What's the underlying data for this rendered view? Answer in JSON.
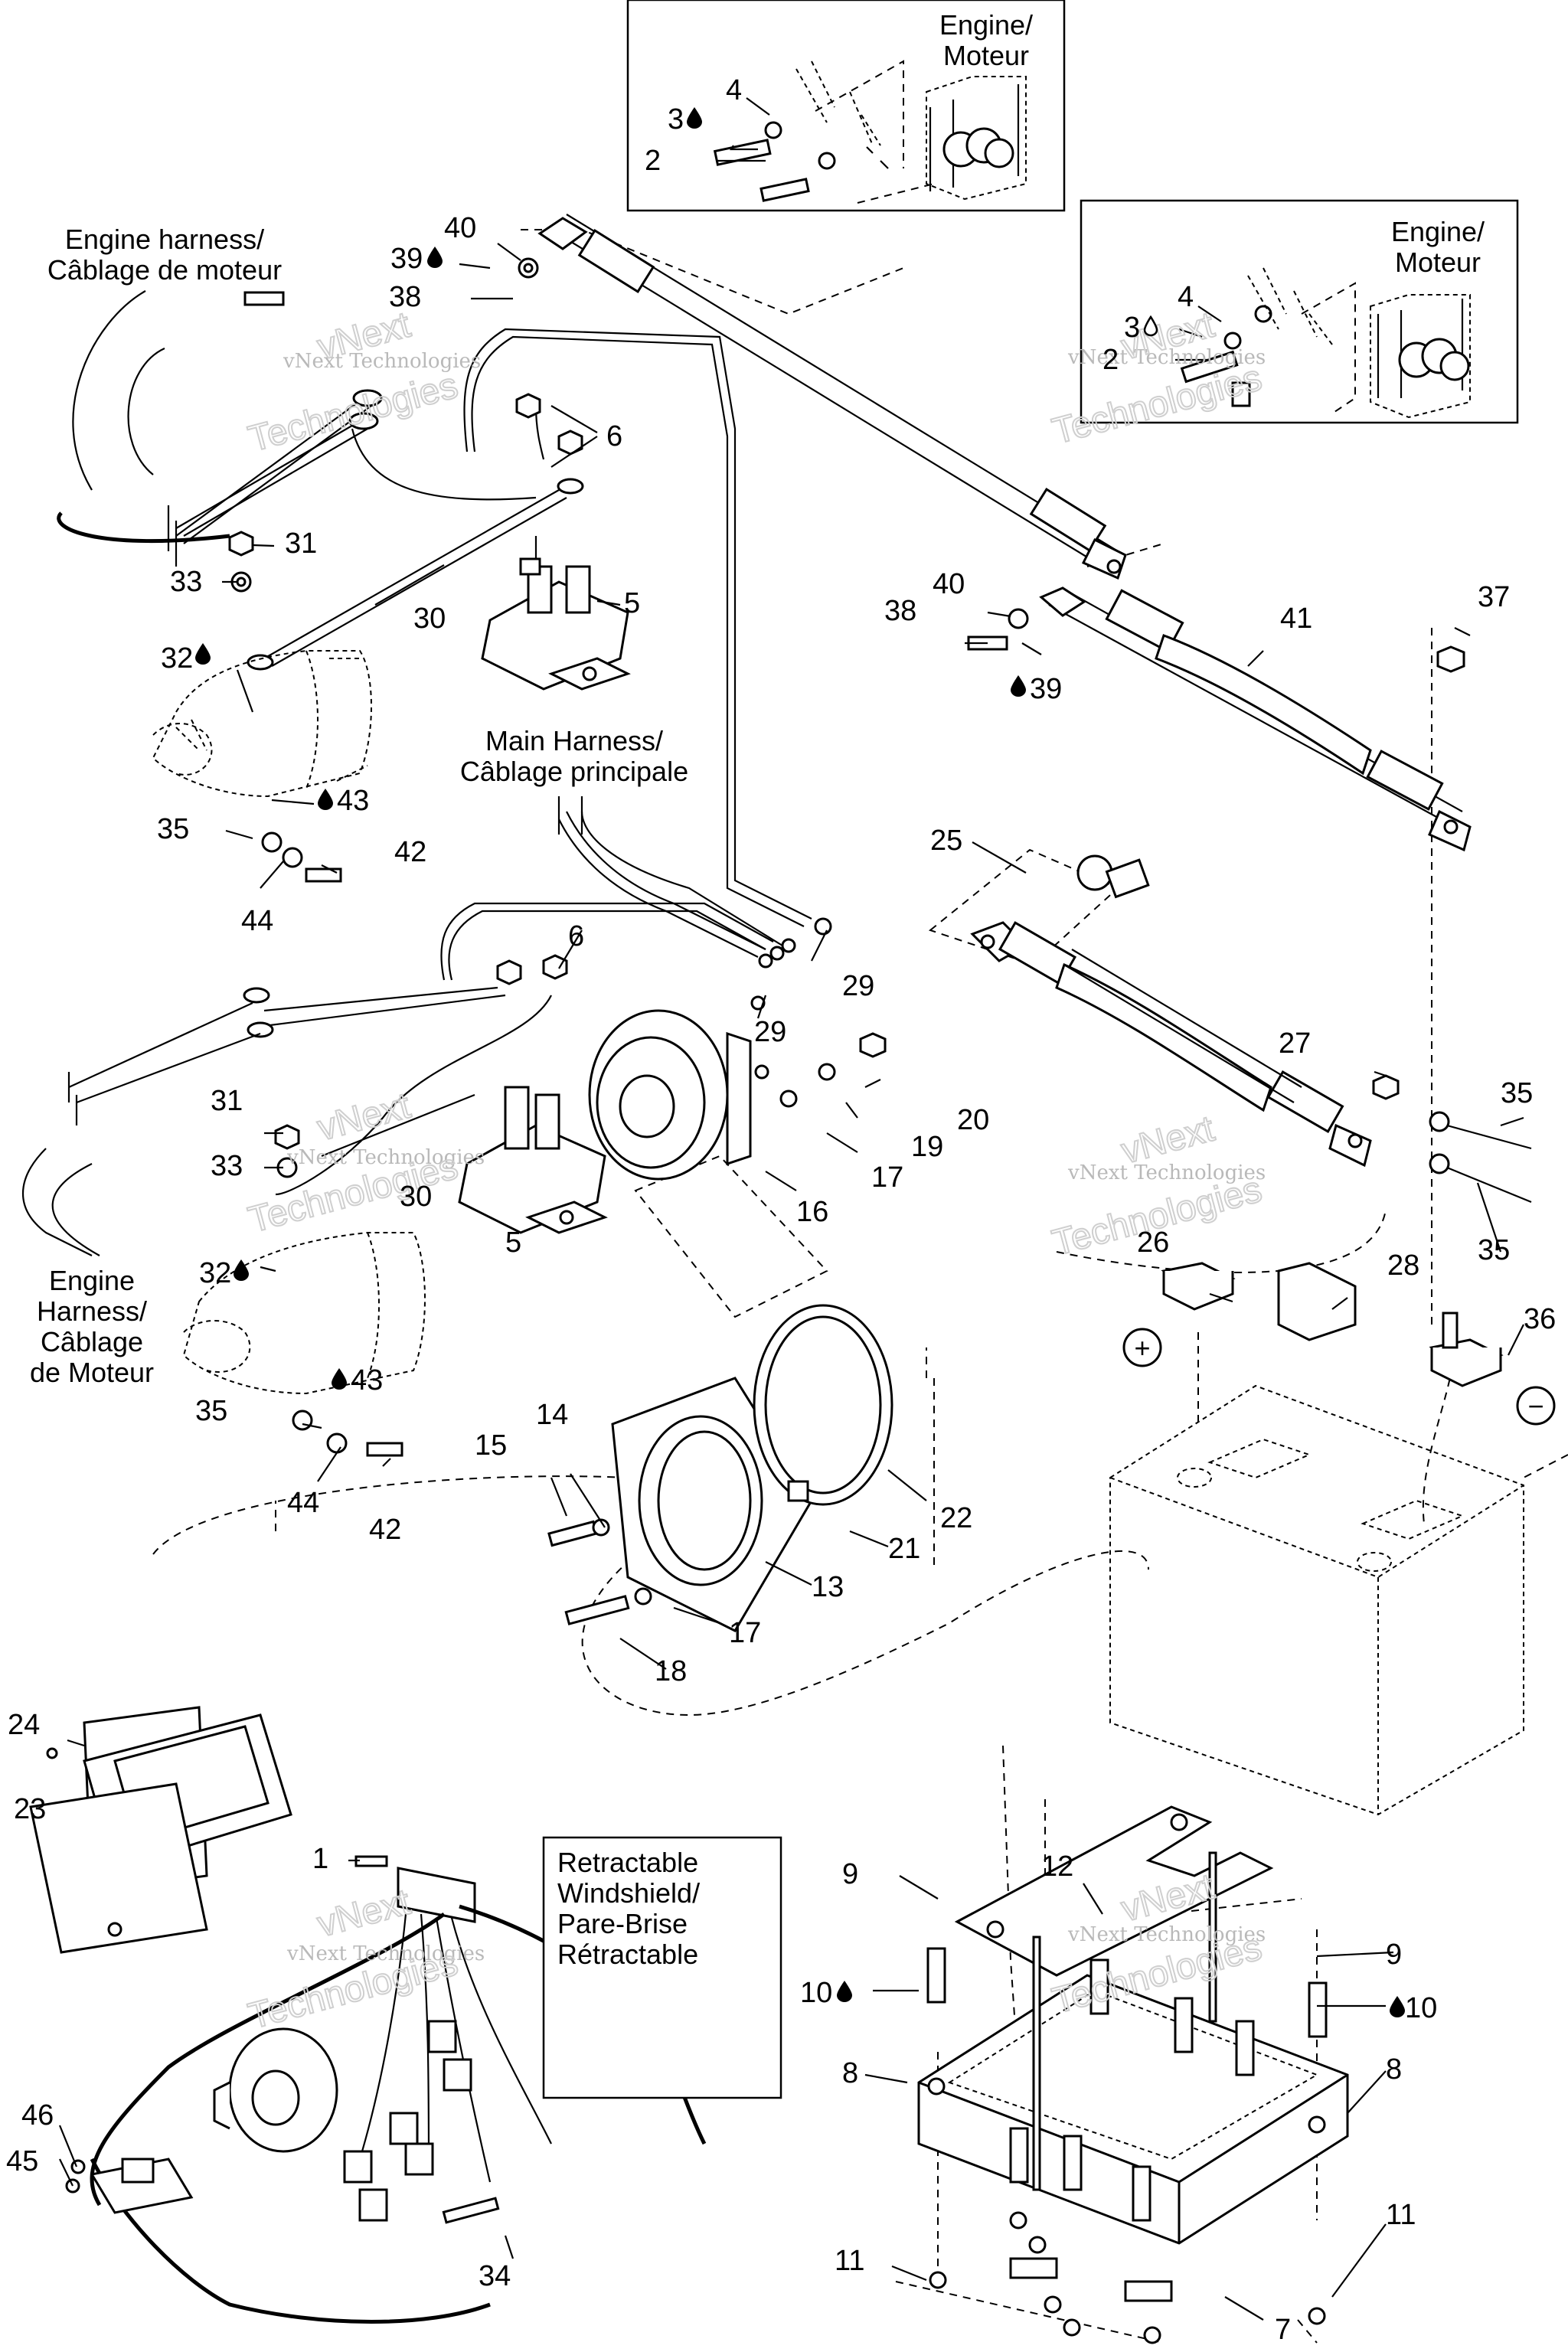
{
  "labels": {
    "engine_top": [
      "Engine/",
      "Moteur"
    ],
    "engine_mid": [
      "Engine/",
      "Moteur"
    ],
    "engine_harness_top": [
      "Engine harness/",
      "Câblage de moteur"
    ],
    "main_harness": [
      "Main Harness/",
      "Câblage principale"
    ],
    "engine_harness_left": [
      "Engine",
      "Harness/",
      "Câblage",
      "de Moteur"
    ],
    "retractable": [
      "Retractable",
      "Windshield/",
      "Pare-Brise",
      "Rétractable"
    ],
    "plus": "+",
    "minus": "−"
  },
  "watermark": [
    "vNext Technologies",
    "vNext",
    "Technologies"
  ],
  "callouts": [
    {
      "n": "4"
    },
    {
      "n": "3"
    },
    {
      "n": "2"
    },
    {
      "n": "4"
    },
    {
      "n": "3"
    },
    {
      "n": "2"
    },
    {
      "n": "40"
    },
    {
      "n": "39"
    },
    {
      "n": "38"
    },
    {
      "n": "6"
    },
    {
      "n": "31"
    },
    {
      "n": "33"
    },
    {
      "n": "30"
    },
    {
      "n": "5"
    },
    {
      "n": "32"
    },
    {
      "n": "43"
    },
    {
      "n": "35"
    },
    {
      "n": "42"
    },
    {
      "n": "44"
    },
    {
      "n": "40"
    },
    {
      "n": "38"
    },
    {
      "n": "39"
    },
    {
      "n": "41"
    },
    {
      "n": "37"
    },
    {
      "n": "25"
    },
    {
      "n": "29"
    },
    {
      "n": "29"
    },
    {
      "n": "6"
    },
    {
      "n": "20"
    },
    {
      "n": "19"
    },
    {
      "n": "17"
    },
    {
      "n": "16"
    },
    {
      "n": "31"
    },
    {
      "n": "33"
    },
    {
      "n": "30"
    },
    {
      "n": "5"
    },
    {
      "n": "32"
    },
    {
      "n": "43"
    },
    {
      "n": "35"
    },
    {
      "n": "44"
    },
    {
      "n": "42"
    },
    {
      "n": "27"
    },
    {
      "n": "35"
    },
    {
      "n": "35"
    },
    {
      "n": "26"
    },
    {
      "n": "28"
    },
    {
      "n": "36"
    },
    {
      "n": "14"
    },
    {
      "n": "15"
    },
    {
      "n": "22"
    },
    {
      "n": "21"
    },
    {
      "n": "13"
    },
    {
      "n": "17"
    },
    {
      "n": "18"
    },
    {
      "n": "24"
    },
    {
      "n": "23"
    },
    {
      "n": "1"
    },
    {
      "n": "46"
    },
    {
      "n": "45"
    },
    {
      "n": "34"
    },
    {
      "n": "12"
    },
    {
      "n": "9"
    },
    {
      "n": "10"
    },
    {
      "n": "9"
    },
    {
      "n": "10"
    },
    {
      "n": "8"
    },
    {
      "n": "8"
    },
    {
      "n": "11"
    },
    {
      "n": "11"
    },
    {
      "n": "7"
    }
  ]
}
